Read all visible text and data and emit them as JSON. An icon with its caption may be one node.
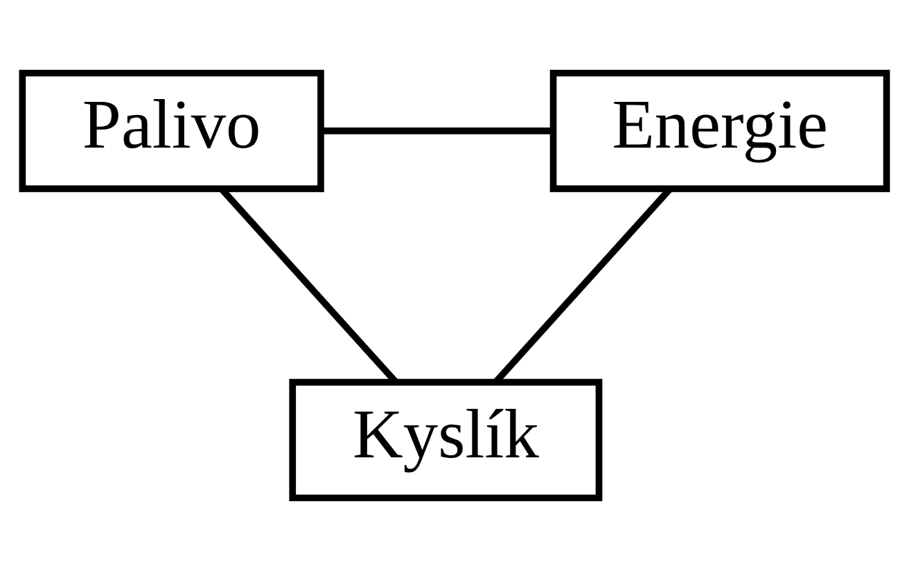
{
  "diagram": {
    "nodes": [
      {
        "text": [
          "Palivo"
        ]
      },
      {
        "text": [
          "Energie"
        ]
      },
      {
        "text": [
          "Kyslík"
        ]
      }
    ],
    "edges": [
      {
        "from": 0,
        "to": 1,
        "arrow": "none"
      },
      {
        "from": 1,
        "to": 2,
        "arrow": "none"
      },
      {
        "from": 2,
        "to": 0,
        "arrow": "none"
      }
    ]
  }
}
